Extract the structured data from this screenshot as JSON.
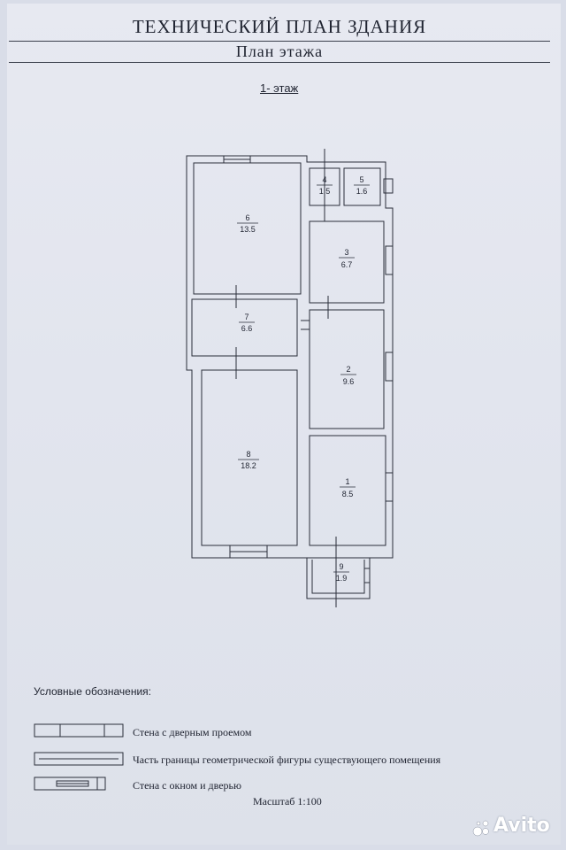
{
  "header": {
    "title": "ТЕХНИЧЕСКИЙ ПЛАН ЗДАНИЯ",
    "subtitle": "План  этажа"
  },
  "floor_label": "1- этаж",
  "rooms": [
    {
      "number": "1",
      "area": "8.5"
    },
    {
      "number": "2",
      "area": "9.6"
    },
    {
      "number": "3",
      "area": "6.7"
    },
    {
      "number": "4",
      "area": "1.5"
    },
    {
      "number": "5",
      "area": "1.6"
    },
    {
      "number": "6",
      "area": "13.5"
    },
    {
      "number": "7",
      "area": "6.6"
    },
    {
      "number": "8",
      "area": "18.2"
    },
    {
      "number": "9",
      "area": "1.9"
    }
  ],
  "legend": {
    "title": "Условные обозначения:",
    "items": [
      {
        "label": "Стена с дверным проемом"
      },
      {
        "label": "Часть границы геометрической фигуры существующего помещения"
      },
      {
        "label": "Стена с окном и дверью"
      }
    ]
  },
  "scale": "Масштаб 1:100",
  "watermark": "Avito",
  "colors": {
    "ink": "#1f2330",
    "paper": "#e4e7ef"
  }
}
